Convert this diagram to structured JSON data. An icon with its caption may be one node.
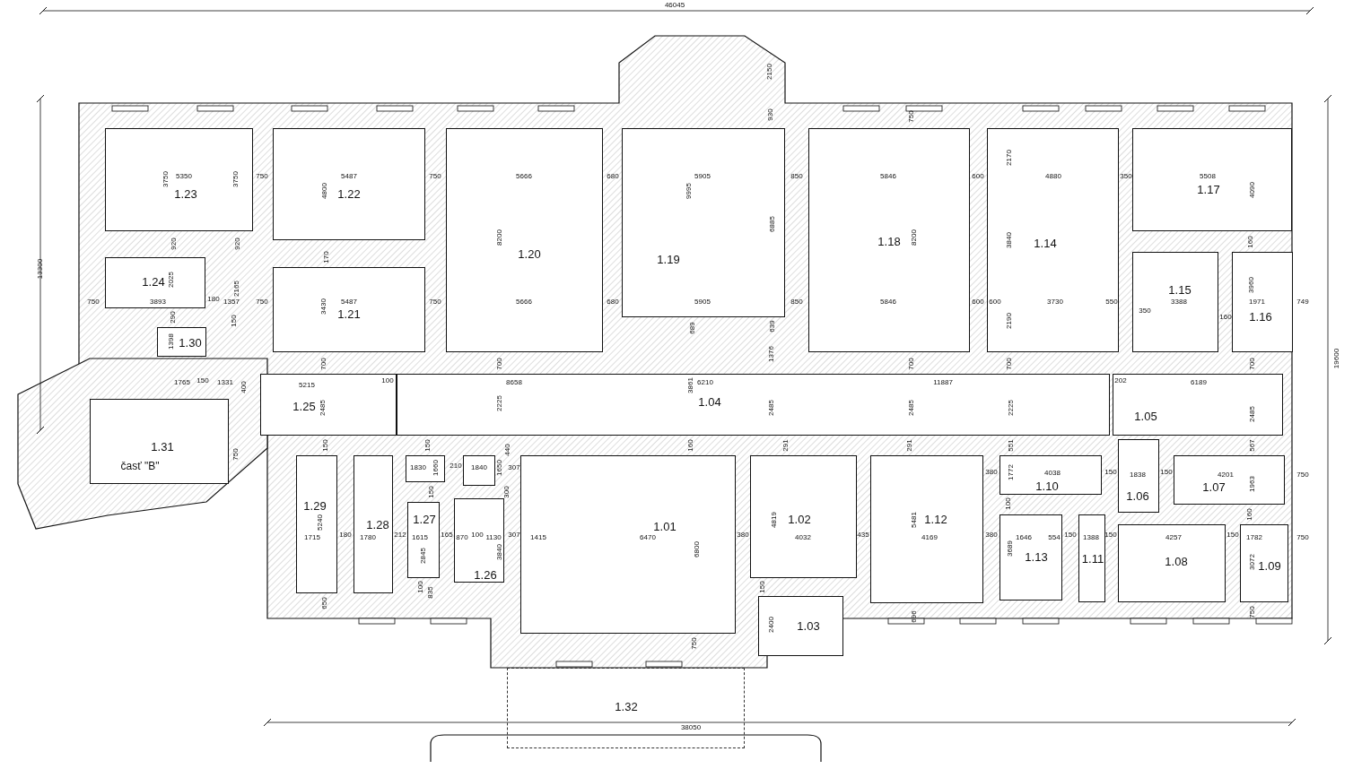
{
  "diagram": {
    "nodes": [
      {
        "text": [
          "1.23"
        ]
      },
      {
        "text": [
          "1.22"
        ]
      },
      {
        "text": [
          "1.20"
        ]
      },
      {
        "text": [
          "1.19"
        ]
      },
      {
        "text": [
          "1.18"
        ]
      },
      {
        "text": [
          "1.14"
        ]
      },
      {
        "text": [
          "1.17"
        ]
      },
      {
        "text": [
          "1.24"
        ]
      },
      {
        "text": [
          "1.21"
        ]
      },
      {
        "text": [
          "1.15"
        ]
      },
      {
        "text": [
          "1.16"
        ]
      },
      {
        "text": [
          "1.30"
        ]
      },
      {
        "text": [
          "1.25"
        ]
      },
      {
        "text": [
          "1.04"
        ]
      },
      {
        "text": [
          "1.05"
        ]
      },
      {
        "text": [
          "1.31",
          "časť \"B\""
        ]
      },
      {
        "text": [],
        "shape": "box"
      },
      {
        "text": [],
        "shape": "box"
      },
      {
        "text": [
          "1.10"
        ]
      },
      {
        "text": [
          "1.06"
        ]
      },
      {
        "text": [
          "1.07"
        ]
      },
      {
        "text": [
          "1.29"
        ]
      },
      {
        "text": [
          "1.28"
        ]
      },
      {
        "text": [
          "1.27"
        ]
      },
      {
        "text": [
          "1.26"
        ]
      },
      {
        "text": [
          "1.01"
        ]
      },
      {
        "text": [
          "1.02"
        ]
      },
      {
        "text": [
          "1.12"
        ]
      },
      {
        "text": [
          "1.13"
        ]
      },
      {
        "text": [
          "1.11"
        ]
      },
      {
        "text": [
          "1.08"
        ]
      },
      {
        "text": [
          "1.09"
        ]
      },
      {
        "text": [
          "1.03"
        ]
      },
      {
        "text": [
          "1.32"
        ]
      }
    ],
    "labels": [
      "46045",
      "2150",
      "930",
      "750",
      "3750",
      "5350",
      "3750",
      "750",
      "5487",
      "4800",
      "750",
      "5666",
      "680",
      "5905",
      "9995",
      "850",
      "5846",
      "600",
      "4880",
      "350",
      "5508",
      "2170",
      "4090",
      "13300",
      "6885",
      "920",
      "920",
      "8200",
      "8200",
      "3840",
      "160",
      "170",
      "2025",
      "2165",
      "3960",
      "750",
      "3893",
      "180",
      "1357",
      "750",
      "3430",
      "5487",
      "750",
      "5666",
      "680",
      "5905",
      "850",
      "5846",
      "600",
      "600",
      "3730",
      "550",
      "3388",
      "1971",
      "749",
      "290",
      "150",
      "2190",
      "350",
      "160",
      "689",
      "639",
      "1398",
      "1376",
      "19600",
      "700",
      "700",
      "700",
      "700",
      "700",
      "1765",
      "150",
      "1331",
      "400",
      "5215",
      "100",
      "8658",
      "6210",
      "3861",
      "11887",
      "202",
      "6189",
      "2485",
      "2225",
      "2485",
      "2485",
      "2225",
      "2485",
      "750",
      "150",
      "150",
      "440",
      "160",
      "291",
      "291",
      "551",
      "567",
      "1830",
      "1660",
      "210",
      "1840",
      "1650",
      "307",
      "380",
      "1772",
      "4038",
      "150",
      "1838",
      "150",
      "4201",
      "750",
      "1963",
      "150",
      "300",
      "100",
      "160",
      "5240",
      "4819",
      "5481",
      "1715",
      "180",
      "1780",
      "212",
      "1615",
      "165",
      "870",
      "100",
      "1130",
      "307",
      "1415",
      "6470",
      "380",
      "4032",
      "435",
      "4169",
      "380",
      "1646",
      "554",
      "150",
      "1388",
      "150",
      "4257",
      "150",
      "1782",
      "750",
      "2845",
      "3840",
      "6800",
      "3689",
      "3072",
      "100",
      "150",
      "835",
      "650",
      "696",
      "750",
      "2400",
      "750",
      "38050"
    ]
  }
}
